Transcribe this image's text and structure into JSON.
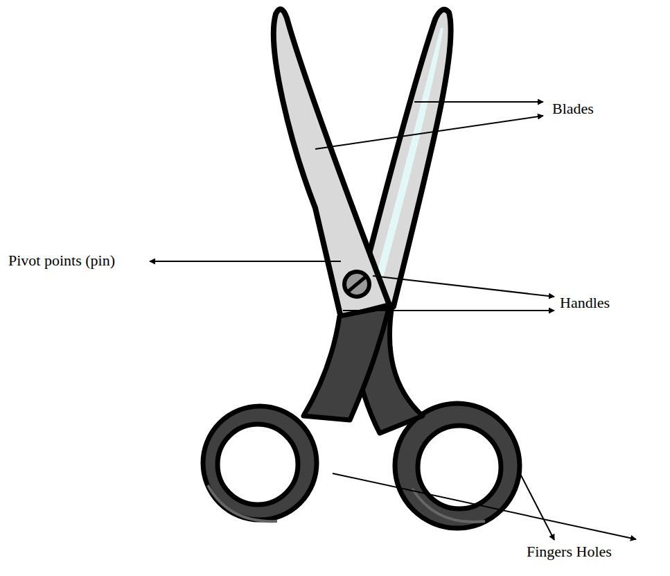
{
  "diagram": {
    "labels": [
      "Blades",
      "Pivot points (pin)",
      "Handles",
      "Fingers Holes"
    ]
  }
}
